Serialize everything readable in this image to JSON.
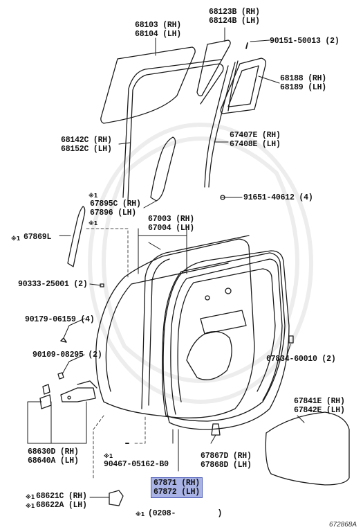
{
  "parts": [
    {
      "id": "p0",
      "lines": [
        "68103 (RH)",
        "68104 (LH)"
      ]
    },
    {
      "id": "p1",
      "lines": [
        "68123B (RH)",
        "68124B (LH)"
      ]
    },
    {
      "id": "p2",
      "lines": [
        "90151-50013 (2)"
      ]
    },
    {
      "id": "p3",
      "lines": [
        "68188 (RH)",
        "68189 (LH)"
      ]
    },
    {
      "id": "p4",
      "lines": [
        "68142C (RH)",
        "68152C (LH)"
      ]
    },
    {
      "id": "p5",
      "lines": [
        "67407E (RH)",
        "67408E (LH)"
      ]
    },
    {
      "id": "p6",
      "lines": [
        "67895C (RH)",
        "67896   (LH)"
      ],
      "mark": "※1"
    },
    {
      "id": "p7",
      "lines": [
        "91651-40612 (4)"
      ]
    },
    {
      "id": "p8",
      "lines": [
        "67003 (RH)",
        "67004 (LH)"
      ],
      "mark": "※1"
    },
    {
      "id": "p9",
      "lines": [
        "67869L"
      ],
      "mark": "※1"
    },
    {
      "id": "p10",
      "lines": [
        "90333-25001 (2)"
      ]
    },
    {
      "id": "p11",
      "lines": [
        "90179-06159 (4)"
      ]
    },
    {
      "id": "p12",
      "lines": [
        "90109-08295 (2)"
      ]
    },
    {
      "id": "p13",
      "lines": [
        "67834-60010 (2)"
      ]
    },
    {
      "id": "p14",
      "lines": [
        "67841E (RH)",
        "67842E (LH)"
      ]
    },
    {
      "id": "p15",
      "lines": [
        "68630D (RH)",
        "68640A (LH)"
      ]
    },
    {
      "id": "p16",
      "lines": [
        "90467-05162-B0"
      ],
      "mark": "※1"
    },
    {
      "id": "p17",
      "lines": [
        "67867D (RH)",
        "67868D (LH)"
      ]
    },
    {
      "id": "p18",
      "lines": [
        "67871 (RH)",
        "67872 (LH)"
      ],
      "highlighted": true
    },
    {
      "id": "p19",
      "lines": [
        "68621C (RH)",
        "68622A (LH)"
      ],
      "mark": "※1",
      "mark2": "※1"
    }
  ],
  "footnote": {
    "mark": "※1",
    "text": "(0208-         )"
  },
  "figure_id": "672868A",
  "colors": {
    "line": "#1a1a1a",
    "highlight": "#a9b3e6",
    "highlight_border": "#5060b8"
  }
}
